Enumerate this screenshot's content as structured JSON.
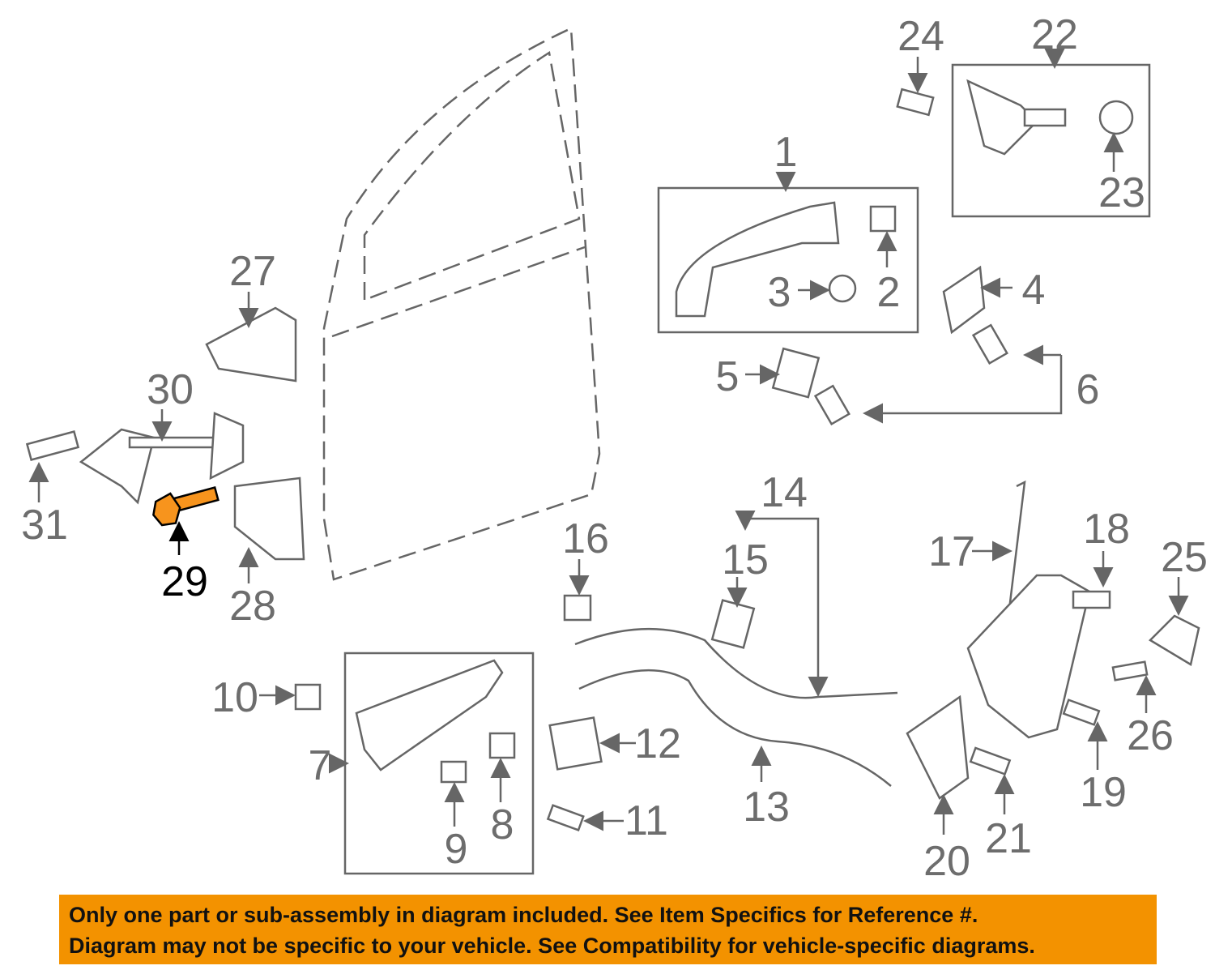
{
  "callouts": [
    "1",
    "2",
    "3",
    "4",
    "5",
    "6",
    "7",
    "8",
    "9",
    "10",
    "11",
    "12",
    "13",
    "14",
    "15",
    "16",
    "17",
    "18",
    "19",
    "20",
    "21",
    "22",
    "23",
    "24",
    "25",
    "26",
    "27",
    "28",
    "29",
    "30",
    "31"
  ],
  "highlighted_part": "29",
  "colors": {
    "highlight": "#f7941d",
    "banner": "#f39200",
    "line": "#666666"
  },
  "banner": {
    "line1": "Only one part or sub-assembly in diagram included. See Item Specifics for Reference #.",
    "line2": "Diagram may not be specific to your vehicle. See Compatibility for vehicle-specific diagrams."
  }
}
